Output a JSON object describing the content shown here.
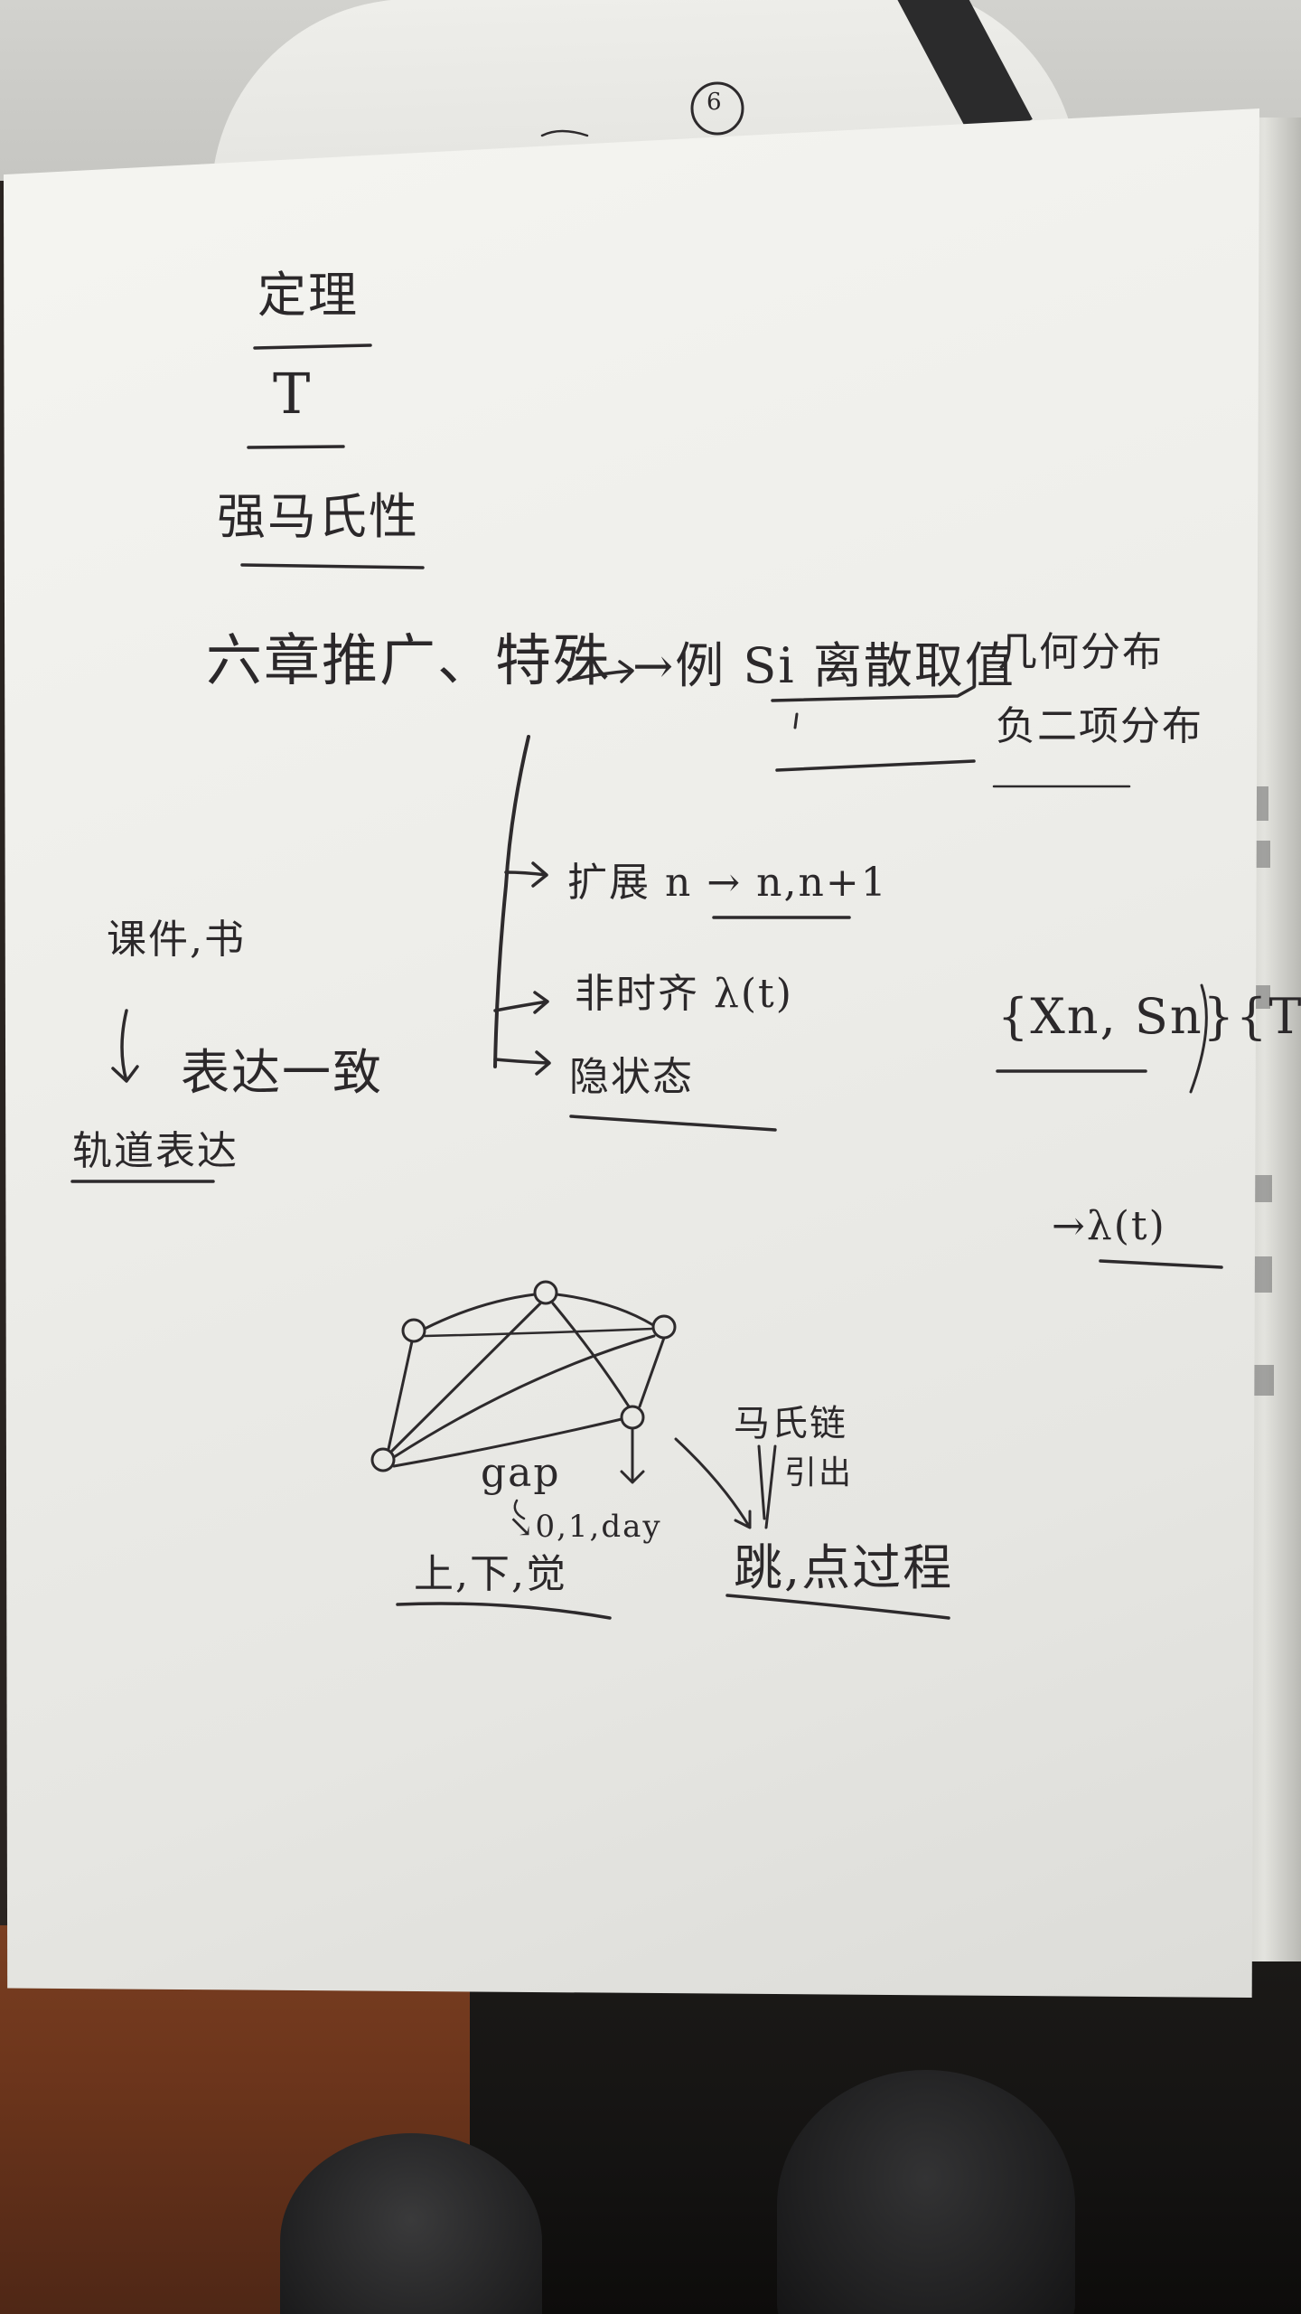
{
  "notes": {
    "theorem": "定理",
    "t_symbol": "T",
    "markov": "强马氏性",
    "chapter": "六章推广、特殊",
    "arrow_note": "→例 Si 离散取值",
    "geometric": "几何分布",
    "negative_binomial": "负二项分布",
    "extend": "扩展 n → n,n+1",
    "non_homogeneous": "非时齐 λ(t)",
    "hidden": "隐状态",
    "courseware": "课件,书",
    "express": "表达一致",
    "trajectory": "轨道表达",
    "set_notation": "{Xn, Sn}{Tn}?",
    "lambda": "→λ(t)",
    "gap": "gap",
    "gap_detail": "↘0,1,day",
    "up_down": "上,下,觉",
    "markov_chain": "马氏链",
    "derive": "引出",
    "jump_process": "跳,点过程",
    "corner_number": "6"
  },
  "palette": {
    "ink": "#2d2a2c",
    "paper": "#eeeeea",
    "wood": "#6e361c",
    "floor": "#141312"
  }
}
